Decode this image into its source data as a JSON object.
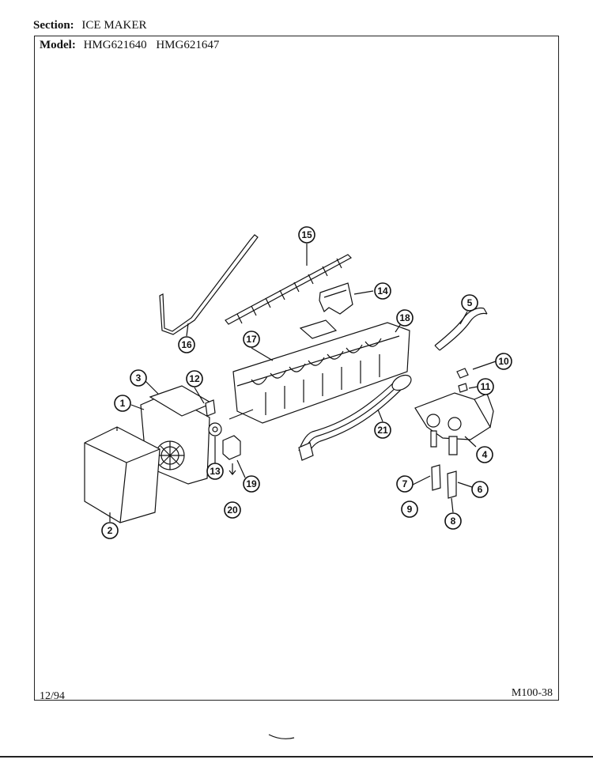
{
  "header": {
    "section_label": "Section:",
    "section_value": "ICE MAKER",
    "model_label": "Model:",
    "models": [
      "HMG621640",
      "HMG621647"
    ]
  },
  "footer": {
    "date": "12/94",
    "page_code": "M100-38"
  },
  "callouts": [
    "1",
    "2",
    "3",
    "4",
    "5",
    "6",
    "7",
    "8",
    "9",
    "10",
    "11",
    "12",
    "13",
    "14",
    "15",
    "16",
    "17",
    "18",
    "19",
    "20",
    "21"
  ]
}
